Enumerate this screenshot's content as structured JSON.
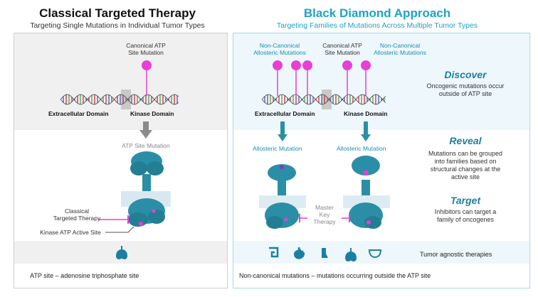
{
  "left": {
    "title": "Classical Targeted Therapy",
    "subtitle": "Targeting Single Mutations in Individual Tumor Types",
    "canonical_label": "Canonical ATP\nSite Mutation",
    "extracellular": "Extracellular Domain",
    "kinase": "Kinase Domain",
    "atp_mutation": "ATP Site Mutation",
    "classical_therapy": "Classical\nTargeted Therapy",
    "kinase_site": "Kinase ATP Active Site",
    "footnote": "ATP site – adenosine triphosphate site"
  },
  "right": {
    "title": "Black Diamond Approach",
    "subtitle": "Targeting Families of Mutations Across Multiple Tumor Types",
    "noncanonical_left": "Non-Canonical\nAllosteric Mutations",
    "canonical_label": "Canonical ATP\nSite Mutation",
    "noncanonical_right": "Non-Canonical\nAllosteric Mutations",
    "extracellular": "Extracellular Domain",
    "kinase": "Kinase Domain",
    "allosteric_1": "Allosteric Mutation",
    "allosteric_2": "Allosteric Mutation",
    "master_key": "Master\nKey\nTherapy",
    "steps": [
      {
        "heading": "Discover",
        "text": "Oncogenic mutations occur\noutside of ATP site"
      },
      {
        "heading": "Reveal",
        "text": "Mutations can be grouped\ninto families based on\nstructural changes at the\nactive site"
      },
      {
        "heading": "Target",
        "text": "Inhibitors can target a\nfamily of oncogenes"
      }
    ],
    "tumor_agnostic": "Tumor agnostic therapies",
    "footnote": "Non-canonical mutations – mutations occurring outside the ATP site"
  },
  "icons": {
    "left_organ": "lungs-icon",
    "right_organs": [
      "colon-icon",
      "stomach-icon",
      "pancreas-icon",
      "lungs-icon",
      "bladder-icon"
    ]
  },
  "colors": {
    "teal": "#1b7fa3",
    "magenta": "#e83fd6",
    "protein": "#2a8fa6",
    "title_accent": "#1fa2c3"
  }
}
